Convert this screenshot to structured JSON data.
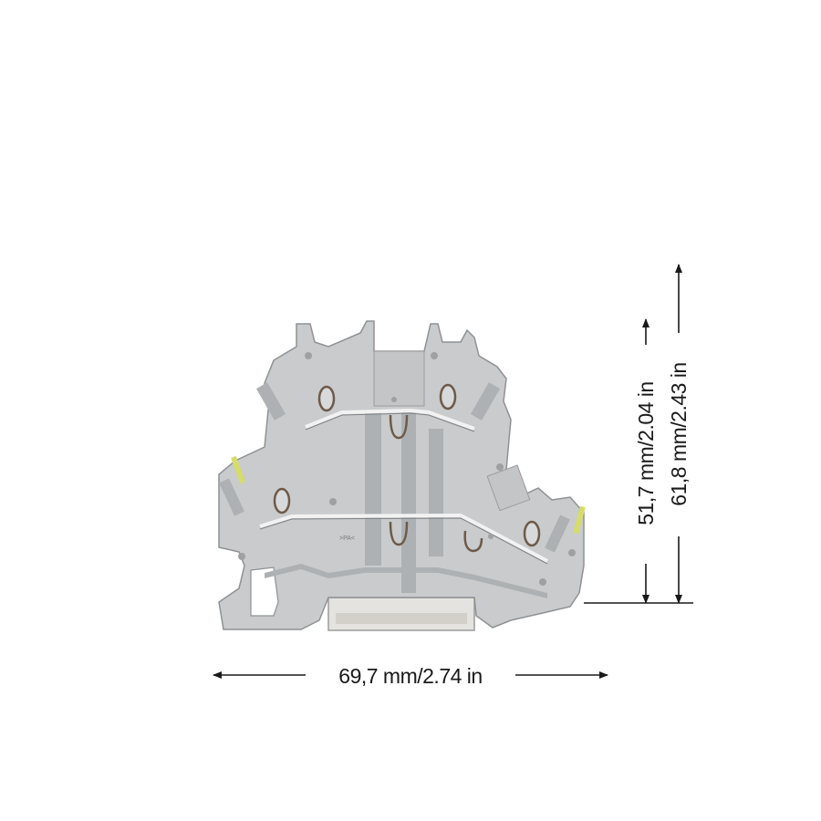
{
  "product": {
    "marking": ">PA<",
    "colors": {
      "housing": "#c9cbcc",
      "housing_shadow": "#a9acae",
      "outline": "#8e9294",
      "accent": "#d6dc6a",
      "spring": "#6d5a4a"
    }
  },
  "dimensions": {
    "width_label": "69,7 mm/2.74 in",
    "height_label": "51,7 mm/2.04 in",
    "overall_height_label": "61,8 mm/2.43 in",
    "line_color": "#1a1a1a"
  }
}
